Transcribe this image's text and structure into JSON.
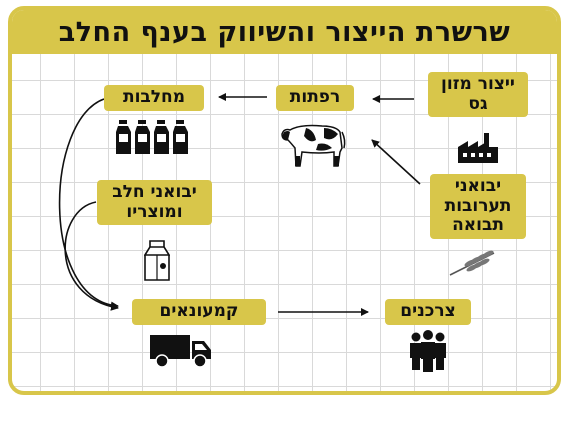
{
  "title": "שרשרת הייצור והשיווק בענף החלב",
  "nodes": {
    "feed_producers": "ייצור מזון\nגס",
    "farms": "רפתות",
    "dairies": "מחלבות",
    "grain_imports": "יבואני\nתערובות\nתבואה",
    "milk_imports": "יבואני חלב\nומוצריו",
    "retailers": "קמעונאים",
    "consumers": "צרכנים"
  },
  "colors": {
    "accent": "#d8c64a",
    "ink": "#111111",
    "grid": "#d9d9d9"
  },
  "icons": [
    "factory-icon",
    "cow-icon",
    "milk-bottles-icon",
    "milk-carton-icon",
    "wheat-icon",
    "truck-icon",
    "people-icon"
  ]
}
